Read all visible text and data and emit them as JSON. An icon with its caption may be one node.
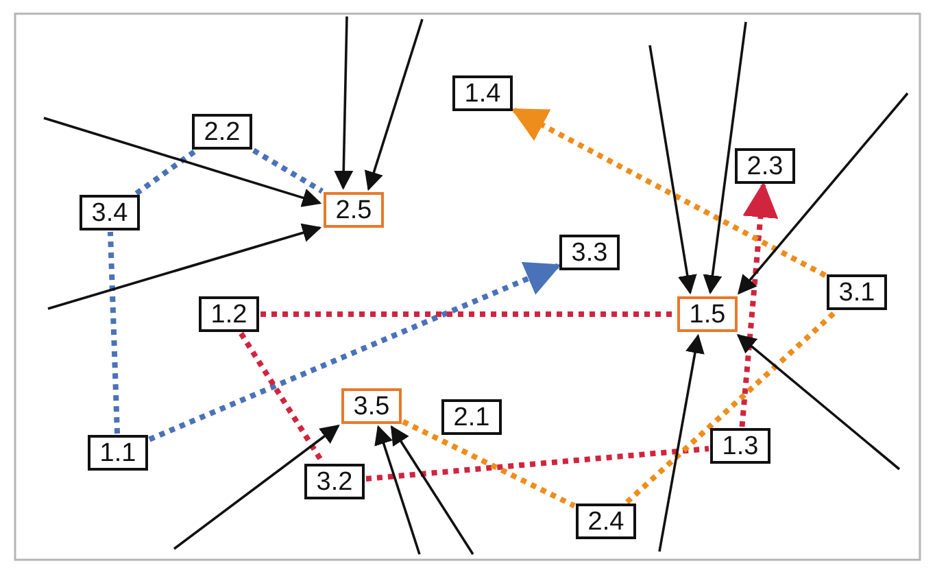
{
  "diagram": {
    "nodes": [
      {
        "text": [
          "1.1"
        ]
      },
      {
        "text": [
          "1.2"
        ]
      },
      {
        "text": [
          "1.3"
        ]
      },
      {
        "text": [
          "1.4"
        ]
      },
      {
        "text": [
          "1.5"
        ]
      },
      {
        "text": [
          "2.1"
        ]
      },
      {
        "text": [
          "2.2"
        ]
      },
      {
        "text": [
          "2.3"
        ]
      },
      {
        "text": [
          "2.4"
        ]
      },
      {
        "text": [
          "2.5"
        ]
      },
      {
        "text": [
          "3.1"
        ]
      },
      {
        "text": [
          "3.2"
        ]
      },
      {
        "text": [
          "3.3"
        ]
      },
      {
        "text": [
          "3.4"
        ]
      },
      {
        "text": [
          "3.5"
        ]
      }
    ],
    "edges": [
      {
        "from": 0,
        "to": 13,
        "arrow": "none",
        "style": "dashed",
        "color": "#4a72b8"
      },
      {
        "from": 13,
        "to": 6,
        "arrow": "none",
        "style": "dashed",
        "color": "#4a72b8"
      },
      {
        "from": 6,
        "to": 9,
        "arrow": "none",
        "style": "dashed",
        "color": "#4a72b8"
      },
      {
        "from": 0,
        "to": 12,
        "arrow": "to",
        "style": "dashed",
        "color": "#4a72b8"
      },
      {
        "from": 1,
        "to": 4,
        "arrow": "none",
        "style": "dashed",
        "color": "#d1243f"
      },
      {
        "from": 1,
        "to": 11,
        "arrow": "none",
        "style": "dashed",
        "color": "#d1243f"
      },
      {
        "from": 11,
        "to": 2,
        "arrow": "none",
        "style": "dashed",
        "color": "#d1243f"
      },
      {
        "from": 2,
        "to": 7,
        "arrow": "to",
        "style": "dashed",
        "color": "#d1243f"
      },
      {
        "from": 14,
        "to": 8,
        "arrow": "none",
        "style": "dashed",
        "color": "#ee8d1c"
      },
      {
        "from": 8,
        "to": 10,
        "arrow": "none",
        "style": "dashed",
        "color": "#ee8d1c"
      },
      {
        "from": 10,
        "to": 3,
        "arrow": "to",
        "style": "dashed",
        "color": "#ee8d1c"
      },
      {
        "from": null,
        "to": 9,
        "arrow": "to"
      },
      {
        "from": null,
        "to": 9,
        "arrow": "to"
      },
      {
        "from": null,
        "to": 9,
        "arrow": "to"
      },
      {
        "from": null,
        "to": 9,
        "arrow": "to"
      },
      {
        "from": null,
        "to": 4,
        "arrow": "to"
      },
      {
        "from": null,
        "to": 4,
        "arrow": "to"
      },
      {
        "from": null,
        "to": 4,
        "arrow": "to"
      },
      {
        "from": null,
        "to": 4,
        "arrow": "to"
      },
      {
        "from": null,
        "to": 4,
        "arrow": "to"
      },
      {
        "from": null,
        "to": 14,
        "arrow": "to"
      },
      {
        "from": null,
        "to": 14,
        "arrow": "to"
      },
      {
        "from": null,
        "to": 14,
        "arrow": "to"
      }
    ]
  }
}
